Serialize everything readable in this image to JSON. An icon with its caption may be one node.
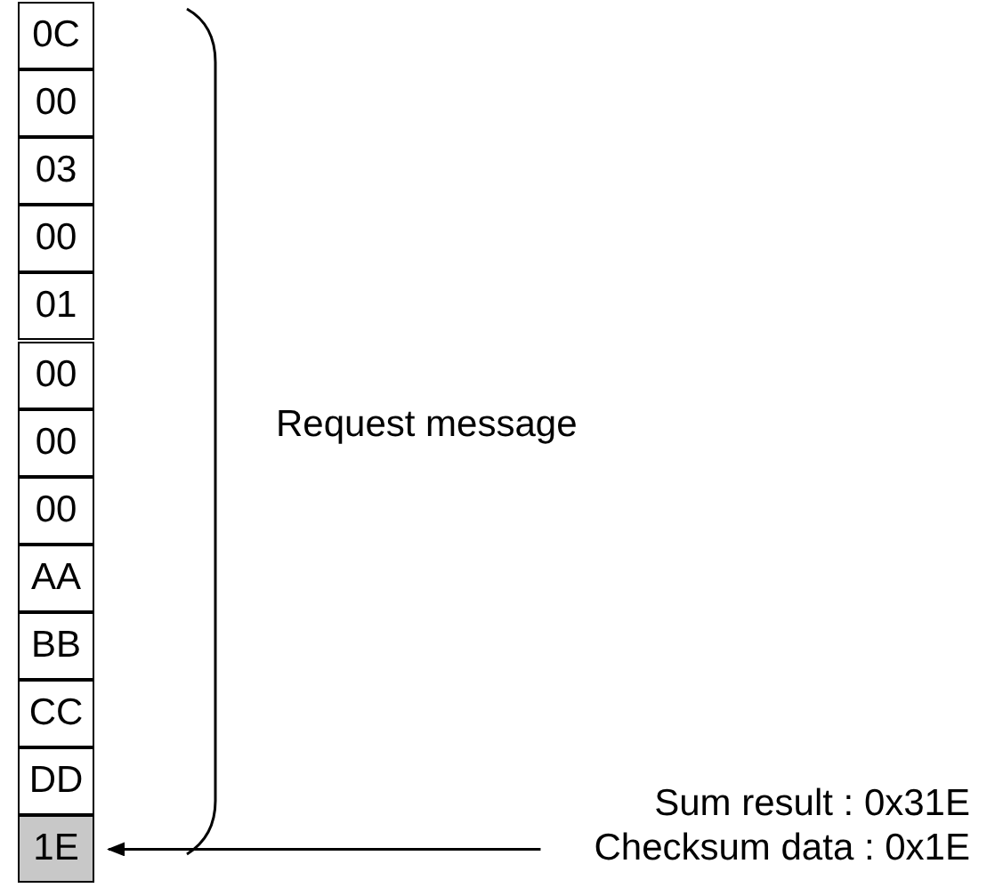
{
  "diagram": {
    "nodes": [
      {
        "text": [
          "0C"
        ]
      },
      {
        "text": [
          "00"
        ]
      },
      {
        "text": [
          "03"
        ]
      },
      {
        "text": [
          "00"
        ]
      },
      {
        "text": [
          "01"
        ]
      },
      {
        "text": [
          "00"
        ]
      },
      {
        "text": [
          "00"
        ]
      },
      {
        "text": [
          "00"
        ]
      },
      {
        "text": [
          "AA"
        ]
      },
      {
        "text": [
          "BB"
        ]
      },
      {
        "text": [
          "CC"
        ]
      },
      {
        "text": [
          "DD"
        ]
      },
      {
        "text": [
          "1E"
        ]
      },
      {
        "text": [
          "Checksum data : 0x1E"
        ]
      }
    ],
    "edges": [
      {
        "from": 13,
        "to": 12,
        "arrow": "to"
      }
    ],
    "labels": [
      "Request message",
      "Sum result : 0x31E"
    ]
  }
}
